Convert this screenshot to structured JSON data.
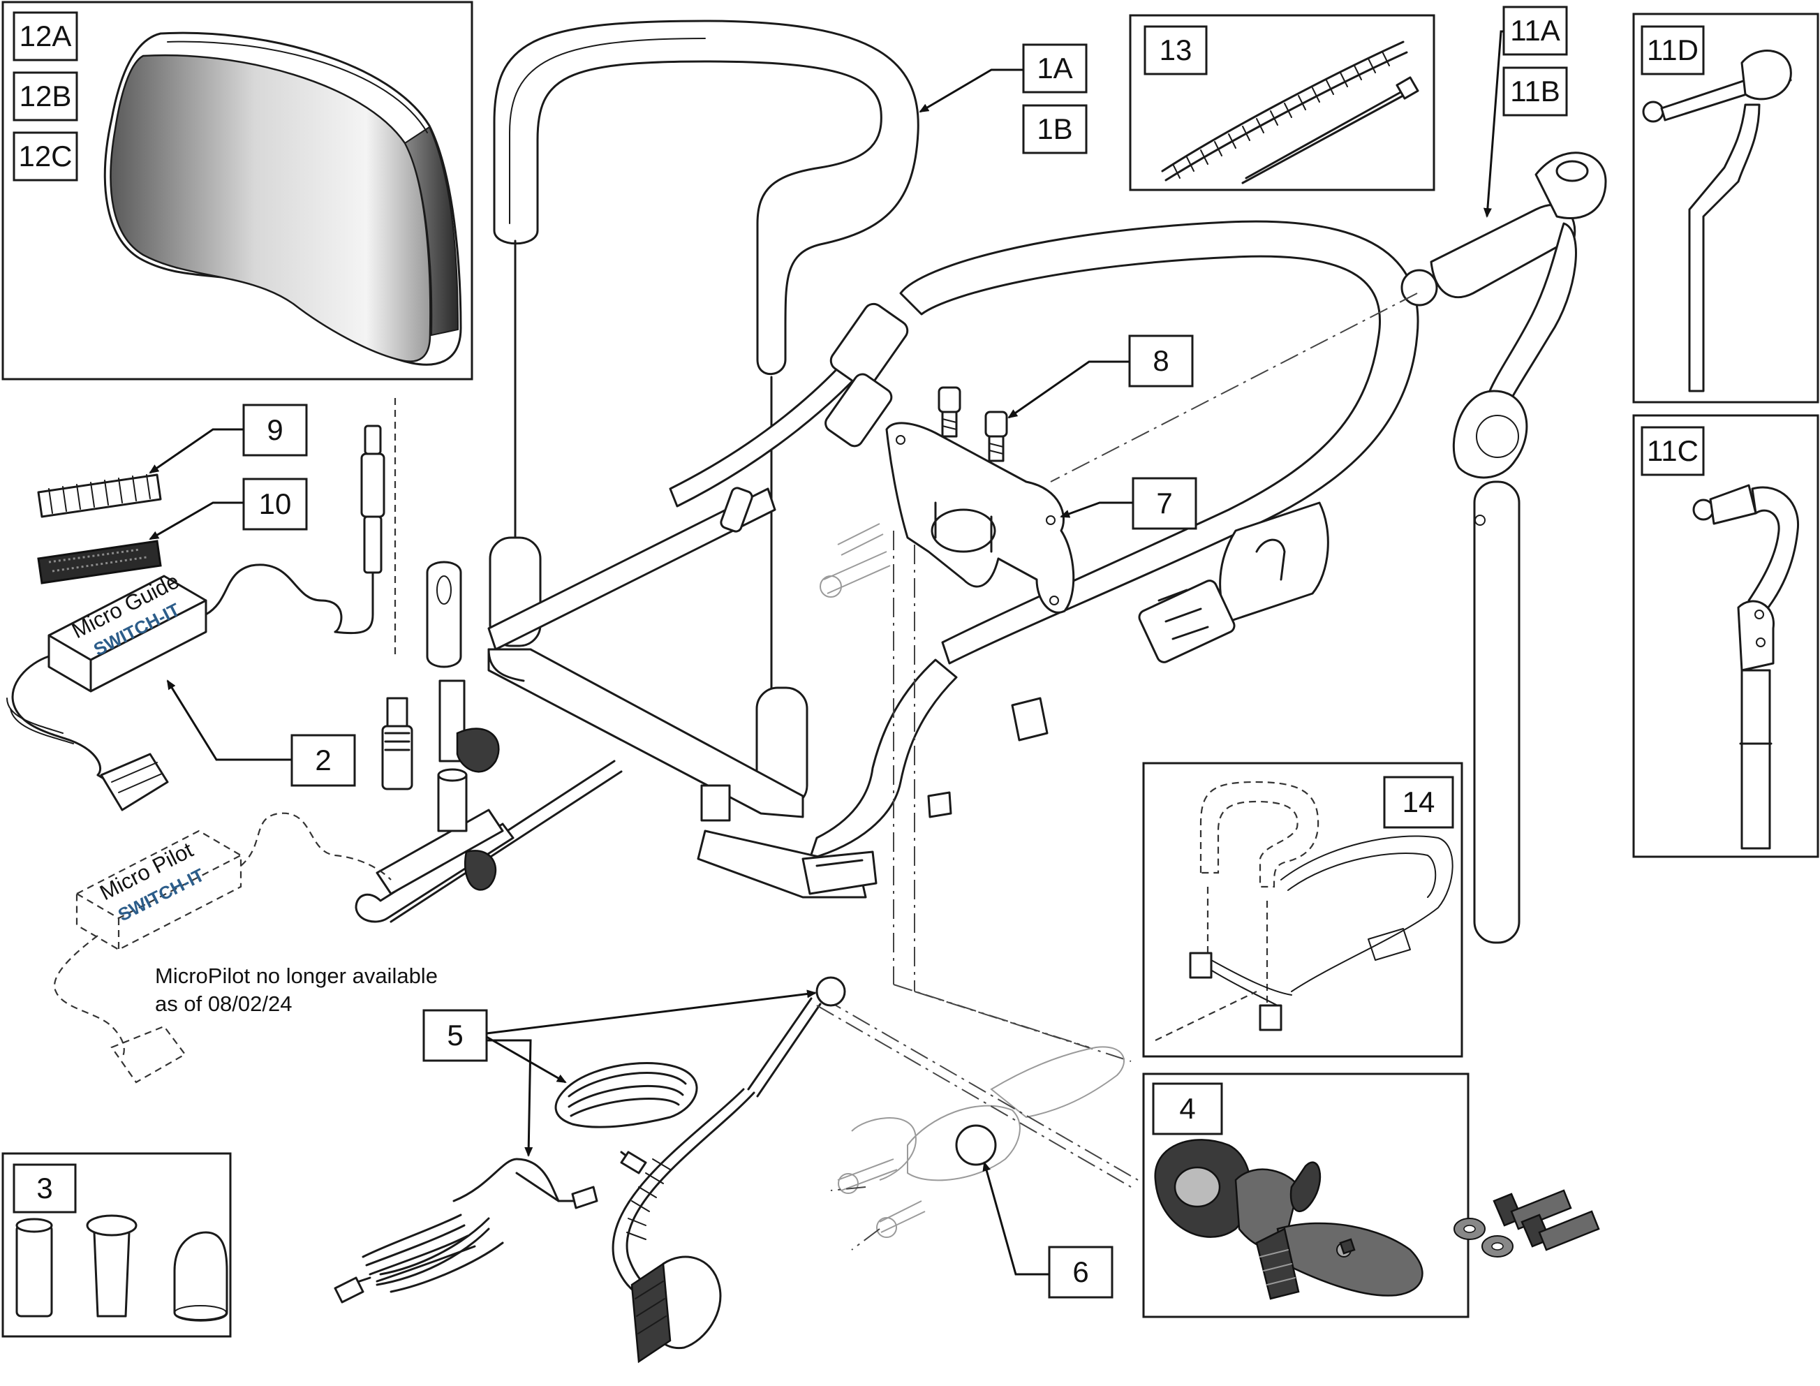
{
  "callouts": {
    "c12A": "12A",
    "c12B": "12B",
    "c12C": "12C",
    "c1A": "1A",
    "c1B": "1B",
    "c13": "13",
    "c11A": "11A",
    "c11B": "11B",
    "c11D": "11D",
    "c11C": "11C",
    "c9": "9",
    "c10": "10",
    "c8": "8",
    "c7": "7",
    "c2": "2",
    "c14": "14",
    "c5": "5",
    "c4": "4",
    "c3": "3",
    "c6": "6"
  },
  "device_text": {
    "micro_guide": "Micro Guide",
    "micro_pilot": "Micro Pilot",
    "brand": "SWITCH-IT"
  },
  "note": {
    "line1": "MicroPilot no longer available",
    "line2": "as of 08/02/24"
  },
  "colors": {
    "line": "#1a1a1a",
    "dark_part": "#3a3a3a",
    "ghost_part": "#9a9a9a"
  }
}
